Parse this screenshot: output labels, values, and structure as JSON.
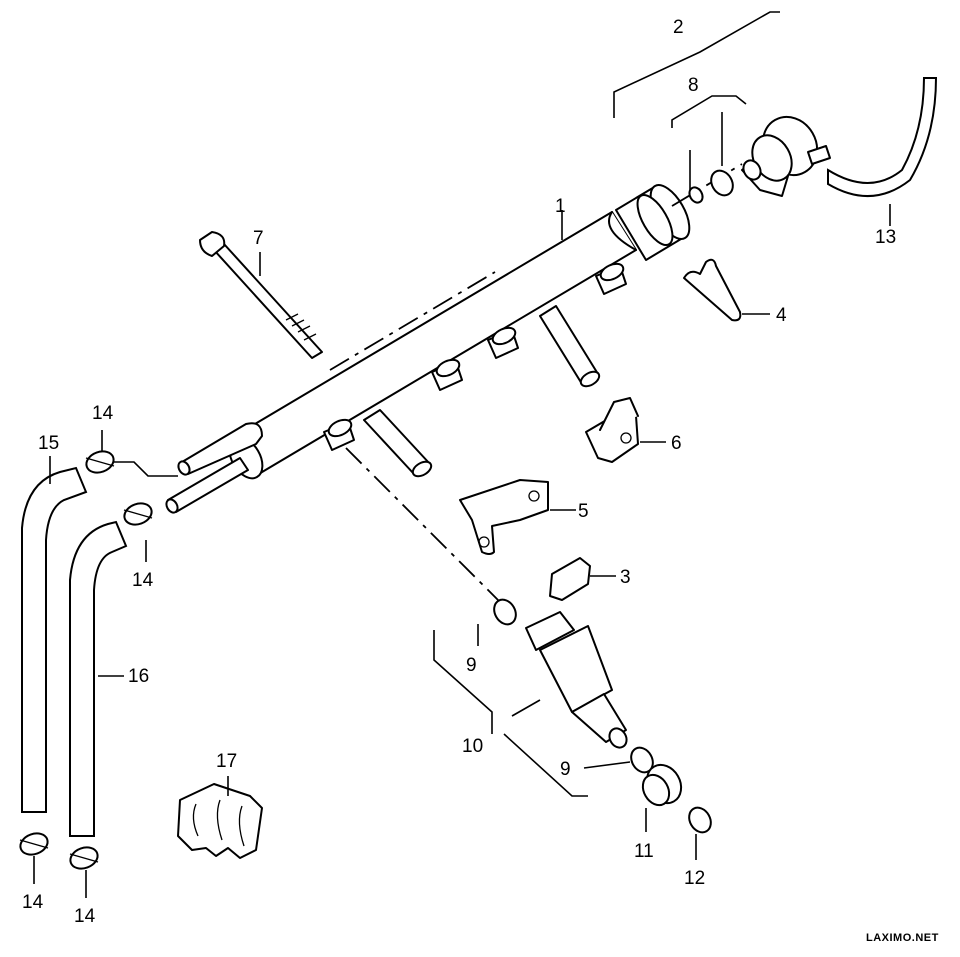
{
  "labels": {
    "p1": "1",
    "p2": "2",
    "p3": "3",
    "p4": "4",
    "p5": "5",
    "p6": "6",
    "p7": "7",
    "p8": "8",
    "p9a": "9",
    "p9b": "9",
    "p10": "10",
    "p11": "11",
    "p12": "12",
    "p13": "13",
    "p14a": "14",
    "p14b": "14",
    "p14c": "14",
    "p14d": "14",
    "p15": "15",
    "p16": "16",
    "p17": "17"
  },
  "watermark": "LAXIMO.NET"
}
